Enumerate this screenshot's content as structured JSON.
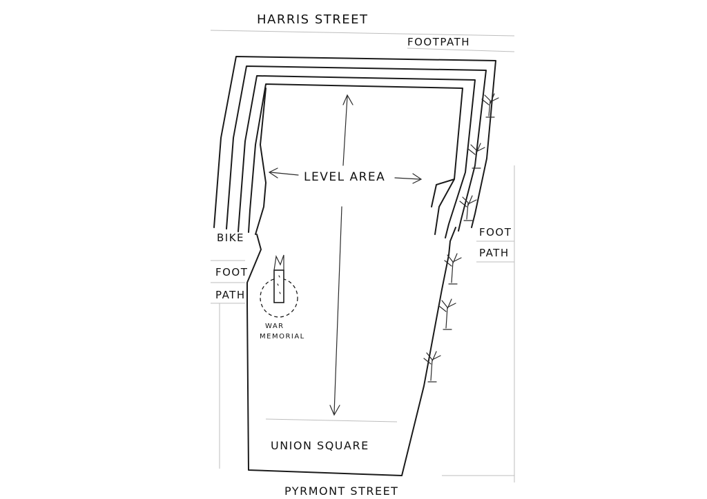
{
  "labels": {
    "harris_street": "HARRIS STREET",
    "footpath_top": "FOOTPATH",
    "level_area": "LEVEL AREA",
    "bike": "BIKE",
    "foot_left": "FOOT",
    "path_left": "PATH",
    "foot_right": "FOOT",
    "path_right": "PATH",
    "war_memorial_line1": "WAR",
    "war_memorial_line2": "MEMORIAL",
    "union_square": "UNION SQUARE",
    "pyrmont_street": "PYRMONT STREET"
  },
  "icons": {
    "tree": "tree-icon",
    "memorial": "war-memorial-icon",
    "arrow": "arrow-icon"
  },
  "colors": {
    "ink": "#1a1a1a",
    "paper": "#ffffff"
  }
}
